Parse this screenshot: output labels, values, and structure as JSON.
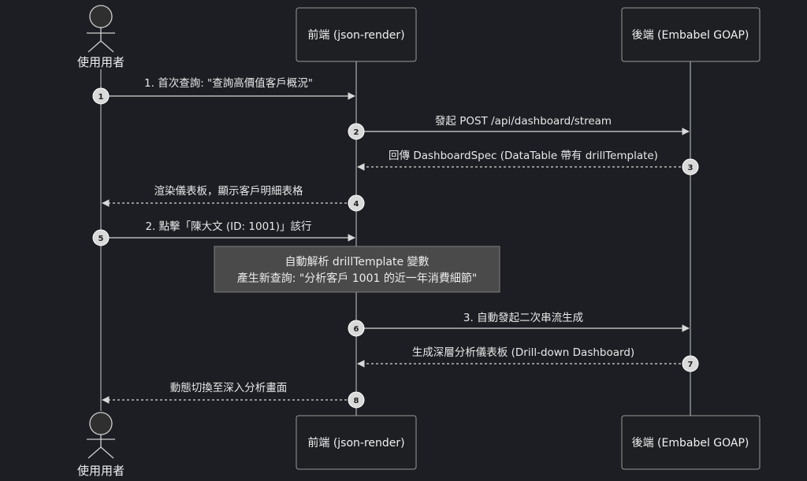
{
  "participants": {
    "user": {
      "label": "使用用者"
    },
    "frontend": {
      "label": "前端 (json-render)"
    },
    "backend": {
      "label": "後端 (Embabel GOAP)"
    }
  },
  "messages": [
    {
      "num": "1",
      "text": "1. 首次查詢: \"查詢高價值客戶概況\"",
      "style": "solid"
    },
    {
      "num": "2",
      "text": "發起 POST /api/dashboard/stream",
      "style": "solid"
    },
    {
      "num": "3",
      "text": "回傳 DashboardSpec (DataTable 帶有 drillTemplate)",
      "style": "dashed"
    },
    {
      "num": "4",
      "text": "渲染儀表板，顯示客戶明細表格",
      "style": "dashed"
    },
    {
      "num": "5",
      "text": "2. 點擊「陳大文 (ID: 1001)」該行",
      "style": "solid"
    },
    {
      "num": "6",
      "text": "3. 自動發起二次串流生成",
      "style": "solid"
    },
    {
      "num": "7",
      "text": "生成深層分析儀表板 (Drill-down Dashboard)",
      "style": "dashed"
    },
    {
      "num": "8",
      "text": "動態切換至深入分析畫面",
      "style": "dashed"
    }
  ],
  "note": {
    "line1": "自動解析 drillTemplate 變數",
    "line2": "產生新查詢: \"分析客戶 1001 的近一年消費細節\""
  }
}
